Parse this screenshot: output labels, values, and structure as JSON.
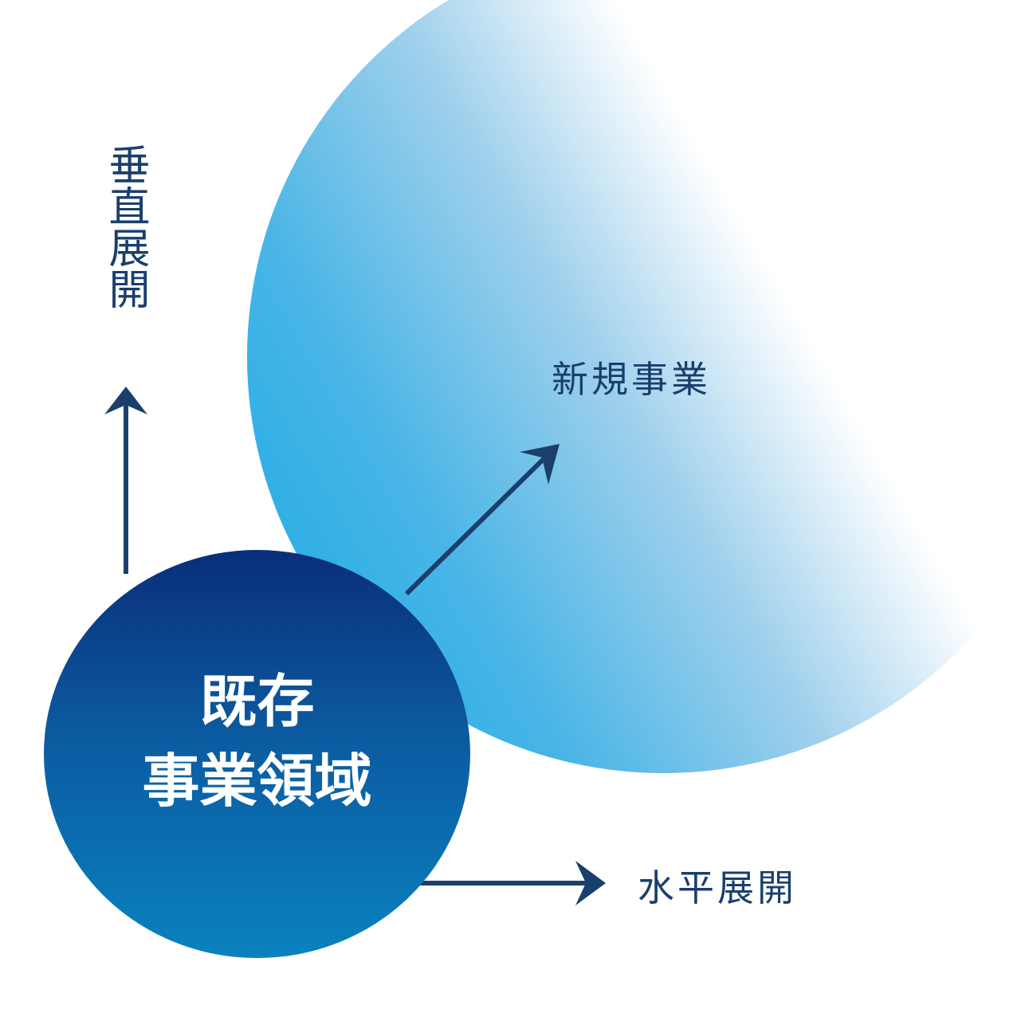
{
  "diagram": {
    "existing_domain": {
      "line1": "既存",
      "line2": "事業領域"
    },
    "new_business": "新規事業",
    "vertical_expansion": "垂直展開",
    "horizontal_expansion": "水平展開"
  },
  "colors": {
    "arrow": "#1a3f6d",
    "existing_circle_top": "#0a2e7a",
    "existing_circle_bottom": "#0a82be",
    "new_circle": "#13a9e6",
    "background": "#ffffff"
  }
}
